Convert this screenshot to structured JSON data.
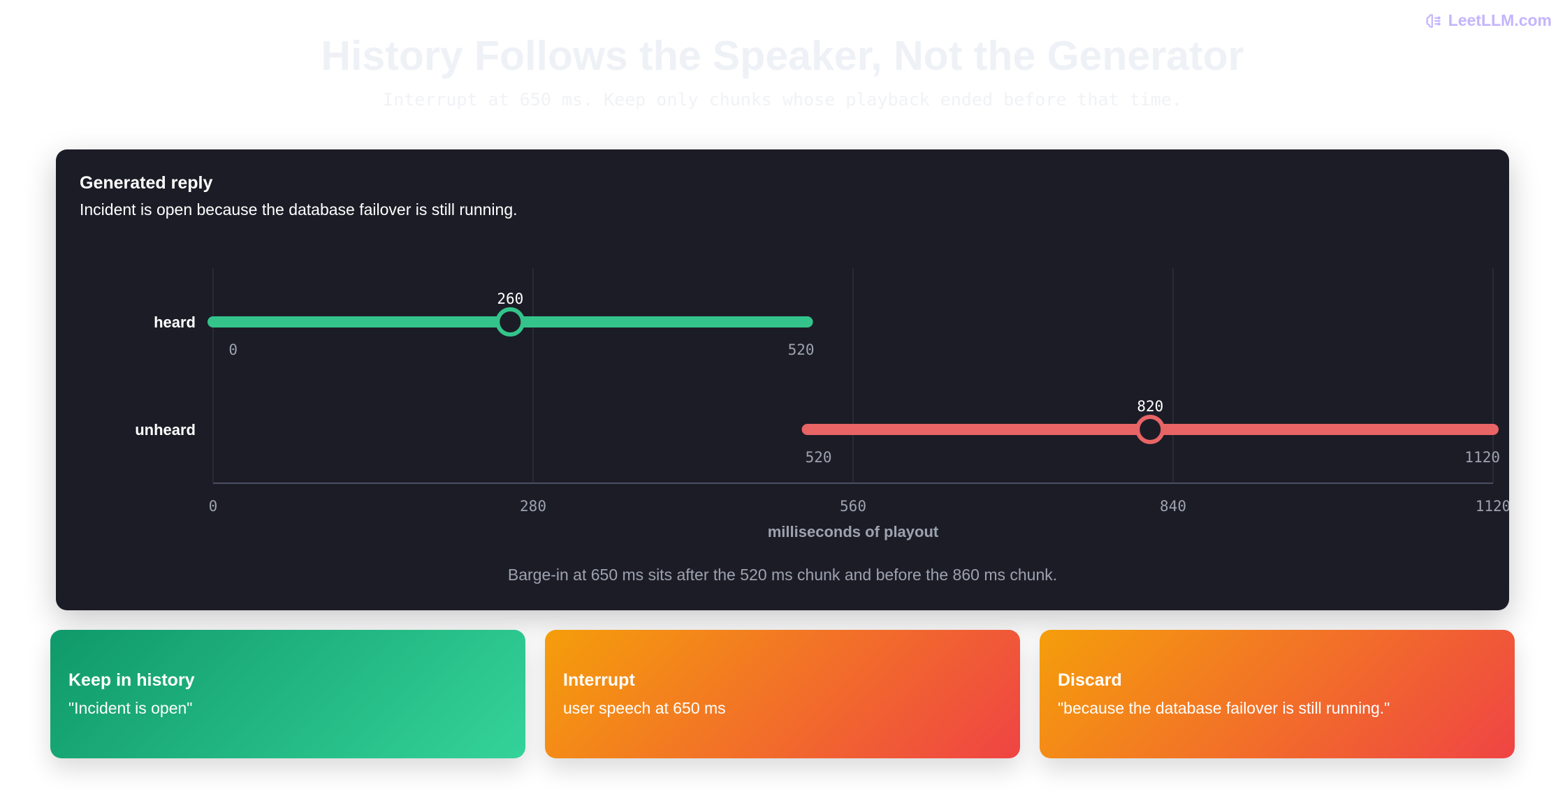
{
  "brand": {
    "name": "LeetLLM.com",
    "icon": "brain-icon"
  },
  "header": {
    "title": "History Follows the Speaker, Not the Generator",
    "subtitle": "Interrupt at 650 ms. Keep only chunks whose playback ended before that time."
  },
  "reply_panel": {
    "label": "Generated reply",
    "text": "Incident is open because the database failover is still running."
  },
  "chart_data": {
    "type": "range",
    "xlabel": "milliseconds of playout",
    "xlim": [
      0,
      1120
    ],
    "x_ticks": [
      "0",
      "280",
      "560",
      "840",
      "1120"
    ],
    "grid": true,
    "series": [
      {
        "name": "heard",
        "start": 0,
        "end": 520,
        "marker": 260,
        "start_label": "0",
        "end_label": "520",
        "marker_label": "260",
        "color": "#34c48b"
      },
      {
        "name": "unheard",
        "start": 520,
        "end": 1120,
        "marker": 820,
        "start_label": "520",
        "end_label": "1120",
        "marker_label": "820",
        "color": "#e86465"
      }
    ]
  },
  "footnote": "Barge-in at 650 ms sits after the 520 ms chunk and before the 860 ms chunk.",
  "cards": {
    "keep": {
      "title": "Keep in history",
      "text": "\"Incident is open\""
    },
    "interrupt": {
      "title": "Interrupt",
      "text": "user speech at 650 ms"
    },
    "discard": {
      "title": "Discard",
      "text": "\"because the database failover is still running.\""
    }
  },
  "colors": {
    "panel_background": "#1c1c27",
    "heard": "#34c48b",
    "unheard": "#e86465",
    "brand": "#c4b5fd"
  }
}
